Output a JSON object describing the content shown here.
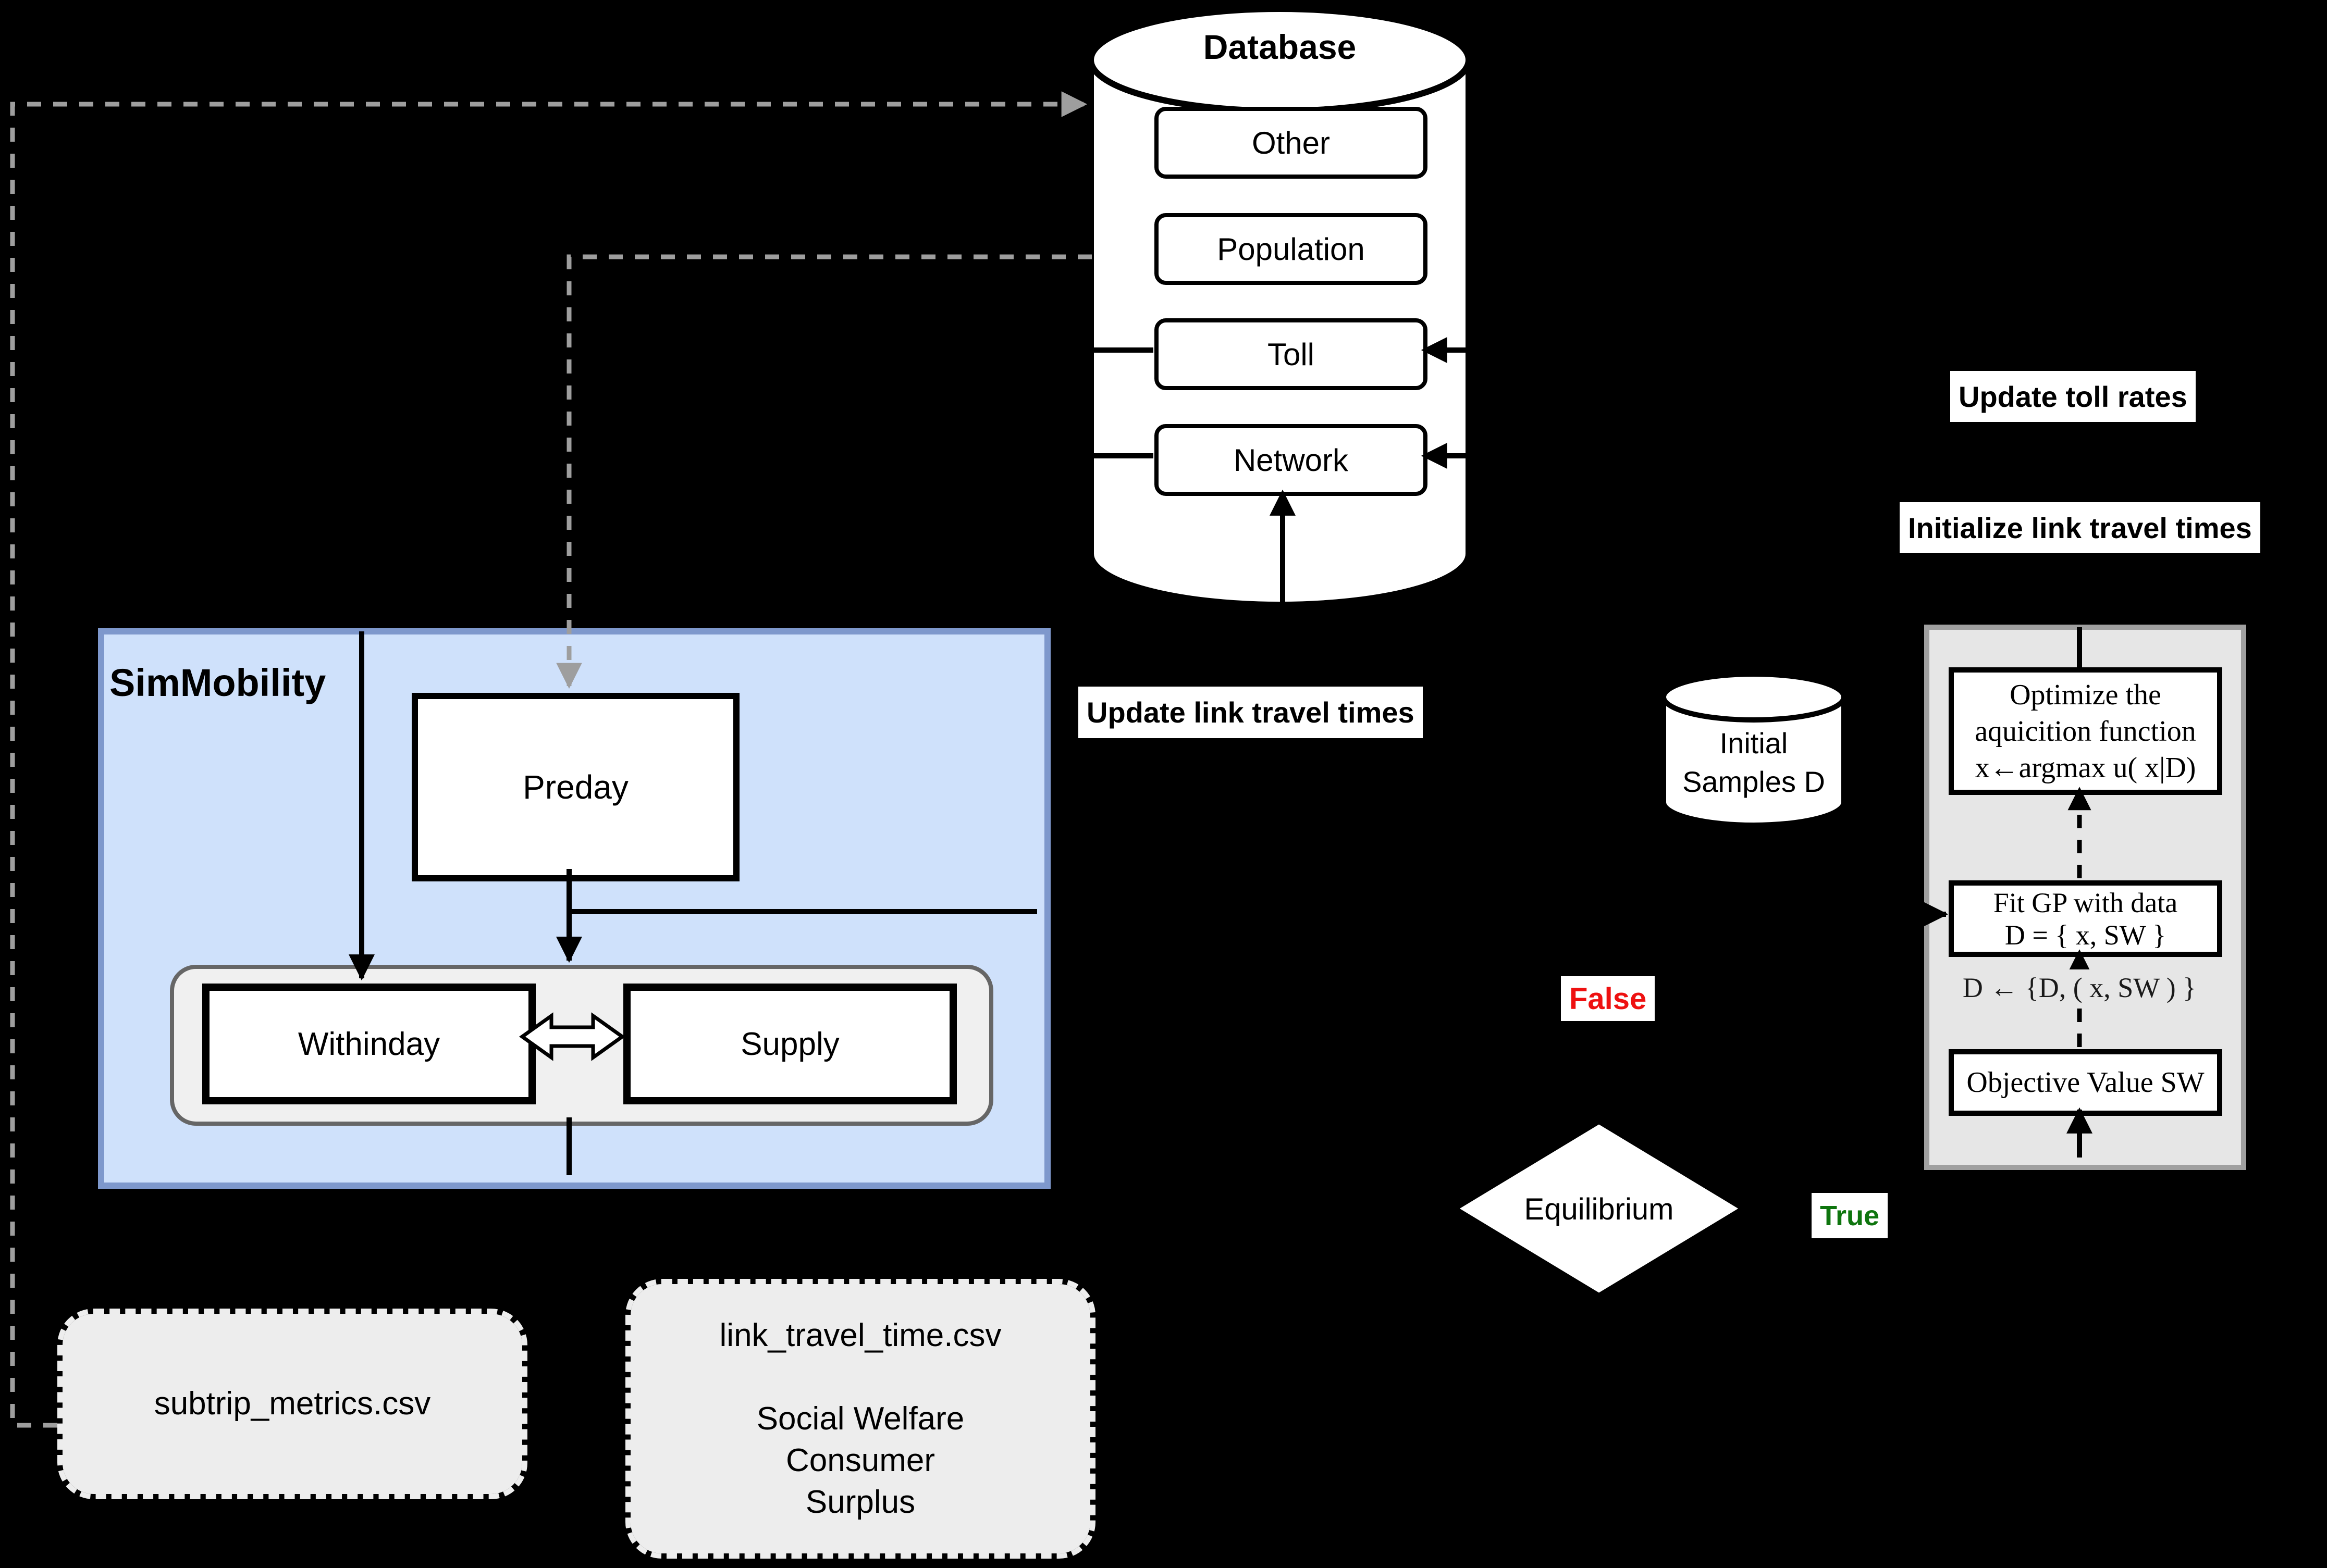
{
  "colors": {
    "background": "#000000",
    "sim_fill": "#cfe1fb",
    "sim_stroke": "#7e98cc",
    "container_fill": "#f0f0f0",
    "container_stroke": "#666666",
    "csv_fill": "#ededed",
    "bo_fill": "#e6e6e6",
    "bo_stroke": "#a0a0a0",
    "dash_gray": "#9e9e9e",
    "false_red": "#ee1111",
    "true_green": "#0e750e"
  },
  "database": {
    "title": "Database",
    "items": [
      "Other",
      "Population",
      "Toll",
      "Network"
    ]
  },
  "simmobility": {
    "title": "SimMobility",
    "preday": "Preday",
    "withinday": "Withinday",
    "supply": "Supply"
  },
  "outputs": {
    "subtrip": "subtrip_metrics.csv",
    "link_lines": [
      "link_travel_time.csv",
      "",
      "Social Welfare",
      "Consumer",
      "Surplus"
    ]
  },
  "labels": {
    "update_link": "Update link travel times",
    "update_toll": "Update toll rates",
    "init_link": "Initialize link travel times",
    "false": "False",
    "true": "True"
  },
  "initial_samples": {
    "lines": [
      "Initial",
      "Samples D"
    ]
  },
  "bo": {
    "optimize_lines": [
      "Optimize the",
      "aquicition function",
      "x←argmax u( x|D)"
    ],
    "fit_lines": [
      "Fit GP with data",
      "D = { x, SW }"
    ],
    "update_d": "D ← {D, ( x, SW ) }",
    "objective": "Objective Value SW"
  },
  "decision": {
    "label": "Equilibrium"
  }
}
